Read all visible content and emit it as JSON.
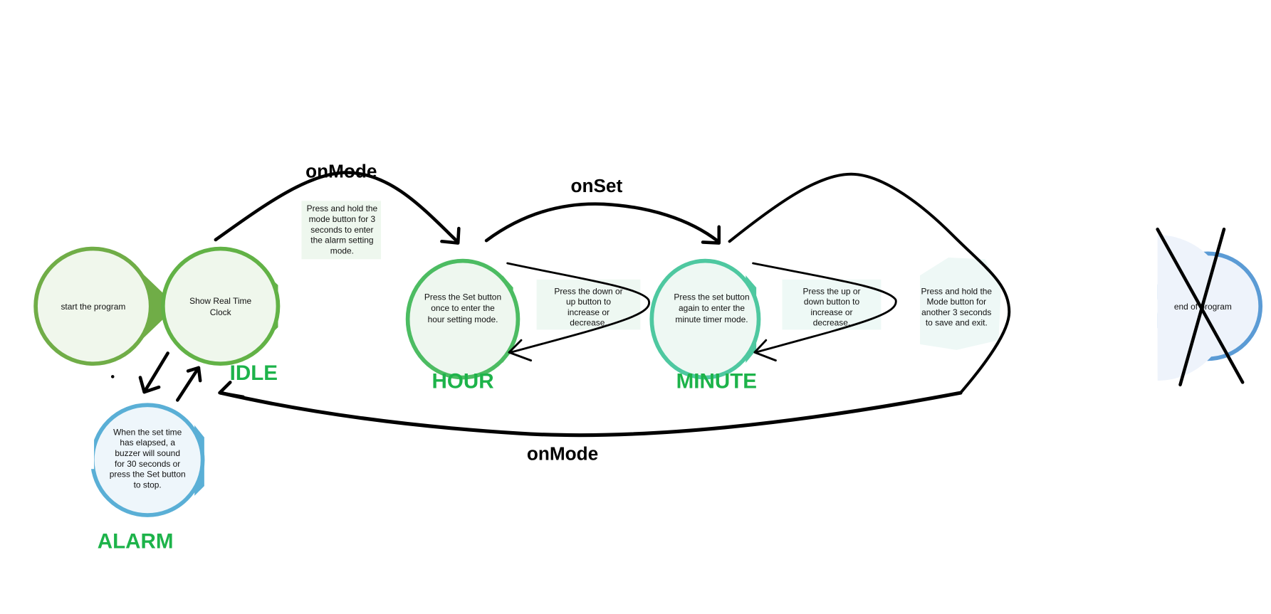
{
  "colors": {
    "start": "#70ad47",
    "idle": "#62b246",
    "hour": "#4cbc62",
    "minute": "#4ec8a0",
    "alarm": "#5aafd6",
    "end": "#5b9bd5",
    "state_label": "#1db34a"
  },
  "nodes": {
    "start": {
      "lines": [
        "start the program"
      ]
    },
    "idle": {
      "lines": [
        "Show Real Time",
        "Clock"
      ],
      "label": "IDLE"
    },
    "alarm": {
      "lines": [
        "When the set time",
        "has elapsed, a",
        "buzzer will sound",
        "for 30 seconds or",
        "press the Set button",
        "to stop."
      ],
      "label": "ALARM"
    },
    "hour": {
      "lines": [
        "Press the Set button",
        "once to enter the",
        "hour setting mode."
      ],
      "label": "HOUR"
    },
    "minute": {
      "lines": [
        "Press the set button",
        "again to enter the",
        "minute timer mode."
      ],
      "label": "MINUTE"
    },
    "end": {
      "lines": [
        "end of program"
      ]
    }
  },
  "edges": {
    "idle_to_hour": "onMode",
    "hour_to_minute": "onSet",
    "minute_to_idle": "onMode"
  },
  "notes": {
    "idle_hour": [
      "Press and hold the",
      "mode button for 3",
      "seconds to enter",
      "the alarm setting",
      "mode."
    ],
    "hour_loop": [
      "Press the down or",
      "up button to",
      "increase or",
      "decrease."
    ],
    "minute_loop": [
      "Press the up or",
      "down button to",
      "increase or",
      "decrease."
    ],
    "minute_exit": [
      "Press and hold the",
      "Mode button for",
      "another 3 seconds",
      "to save and exit."
    ]
  }
}
